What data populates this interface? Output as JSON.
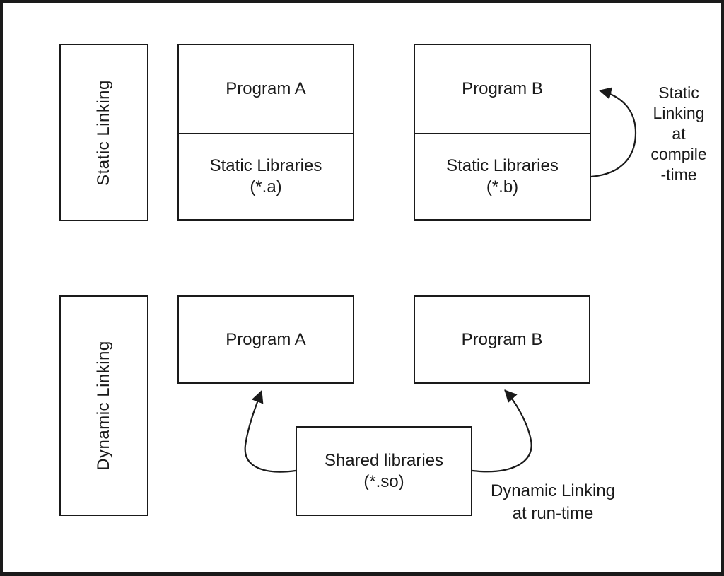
{
  "colors": {
    "ink": "#1a1a1a",
    "background": "#ffffff"
  },
  "static_section": {
    "label": "Static Linking",
    "program_a": {
      "title": "Program A",
      "lib_line1": "Static Libraries",
      "lib_line2": "(*.a)"
    },
    "program_b": {
      "title": "Program B",
      "lib_line1": "Static Libraries",
      "lib_line2": "(*.b)"
    },
    "note_lines": {
      "0": "Static",
      "1": "Linking",
      "2": "at",
      "3": "compile",
      "4": "-time"
    }
  },
  "dynamic_section": {
    "label": "Dynamic Linking",
    "program_a_title": "Program A",
    "program_b_title": "Program B",
    "shared_box": {
      "line1": "Shared libraries",
      "line2": "(*.so)"
    },
    "note_line1": "Dynamic Linking",
    "note_line2": "at run-time"
  }
}
